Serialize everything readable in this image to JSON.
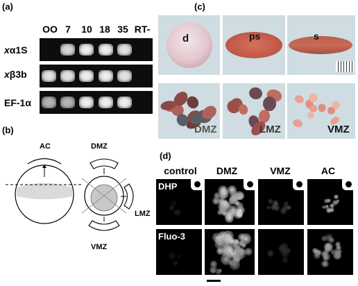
{
  "panel_a": {
    "label": "(a)",
    "lanes": [
      "OO",
      "7",
      "10",
      "18",
      "35",
      "RT-"
    ],
    "rows": [
      {
        "label_main": "x",
        "label_sub": "α1S",
        "bands": [
          0,
          0.85,
          0.95,
          0.95,
          0.9,
          0
        ]
      },
      {
        "label_main": "x",
        "label_sub": "β3b",
        "bands": [
          0.9,
          0.9,
          0.95,
          0.95,
          0.9,
          0
        ]
      },
      {
        "label_main": "EF-1α",
        "label_sub": "",
        "bands": [
          0.7,
          0.7,
          0.95,
          0.95,
          0.95,
          0
        ]
      }
    ]
  },
  "panel_b": {
    "label": "(b)",
    "regions": {
      "ac": "AC",
      "dmz": "DMZ",
      "lmz": "LMZ",
      "vmz": "VMZ"
    }
  },
  "panel_c": {
    "label": "(c)",
    "top": [
      "d",
      "ps",
      "s"
    ],
    "bottom": [
      "DMZ",
      "LMZ",
      "VMZ"
    ]
  },
  "panel_d": {
    "label": "(d)",
    "columns": [
      "control",
      "DMZ",
      "VMZ",
      "AC"
    ],
    "rows": [
      "DHP",
      "Fluo-3"
    ]
  },
  "colors": {
    "background": "#ffffff",
    "gel": "#0d0d0d",
    "band": "#ffffff",
    "photo_bg": "#cfdde3",
    "embryo": "#c86a5a"
  }
}
